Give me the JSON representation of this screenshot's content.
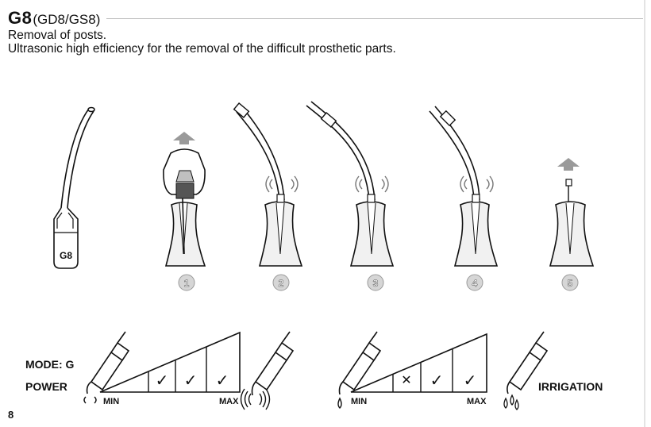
{
  "header": {
    "code": "G8",
    "alt_codes": "(GD8/GS8)",
    "line1": "Removal of posts.",
    "line2": "Ultrasonic high efficiency for the removal of the difficult prosthetic parts."
  },
  "tip_label": "G8",
  "steps": [
    "1",
    "2",
    "3",
    "4",
    "5"
  ],
  "power_panel": {
    "mode_label": "MODE: G",
    "power_label": "POWER",
    "min_label": "MIN",
    "max_label": "MAX",
    "marks": [
      "✓",
      "✓",
      "✓"
    ]
  },
  "irrigation_panel": {
    "label": "IRRIGATION",
    "min_label": "MIN",
    "max_label": "MAX",
    "marks": [
      "✕",
      "✓",
      "✓"
    ]
  },
  "page_number": "8",
  "colors": {
    "ink": "#111111",
    "tooth_fill": "#f1f1f1",
    "badge_fill": "#d6d6d6",
    "rule": "#bdbdbd"
  }
}
